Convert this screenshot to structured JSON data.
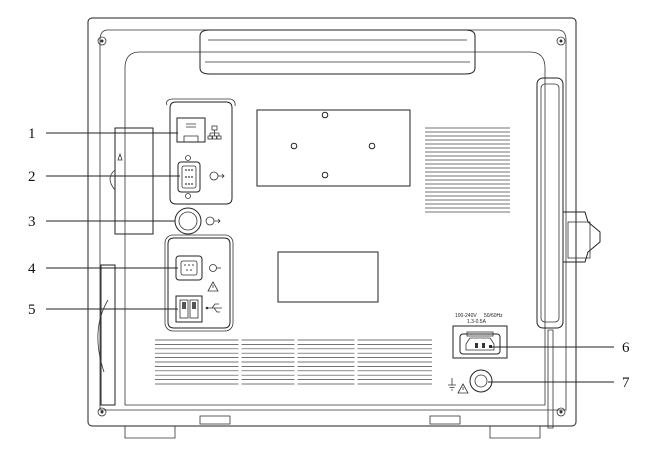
{
  "callouts": [
    {
      "num": "1",
      "part": "network-port"
    },
    {
      "num": "2",
      "part": "vga-port"
    },
    {
      "num": "3",
      "part": "output-connector"
    },
    {
      "num": "4",
      "part": "serial-port"
    },
    {
      "num": "5",
      "part": "usb-ports"
    },
    {
      "num": "6",
      "part": "ac-power-inlet"
    },
    {
      "num": "7",
      "part": "equipotential-terminal"
    }
  ],
  "power_rating": {
    "voltage": "100-240V",
    "frequency": "50/60Hz",
    "current": "1.3-0.5A"
  },
  "icons": [
    "network-icon",
    "output-arrow-icon",
    "warning-icon",
    "usb-icon",
    "ground-icon"
  ]
}
